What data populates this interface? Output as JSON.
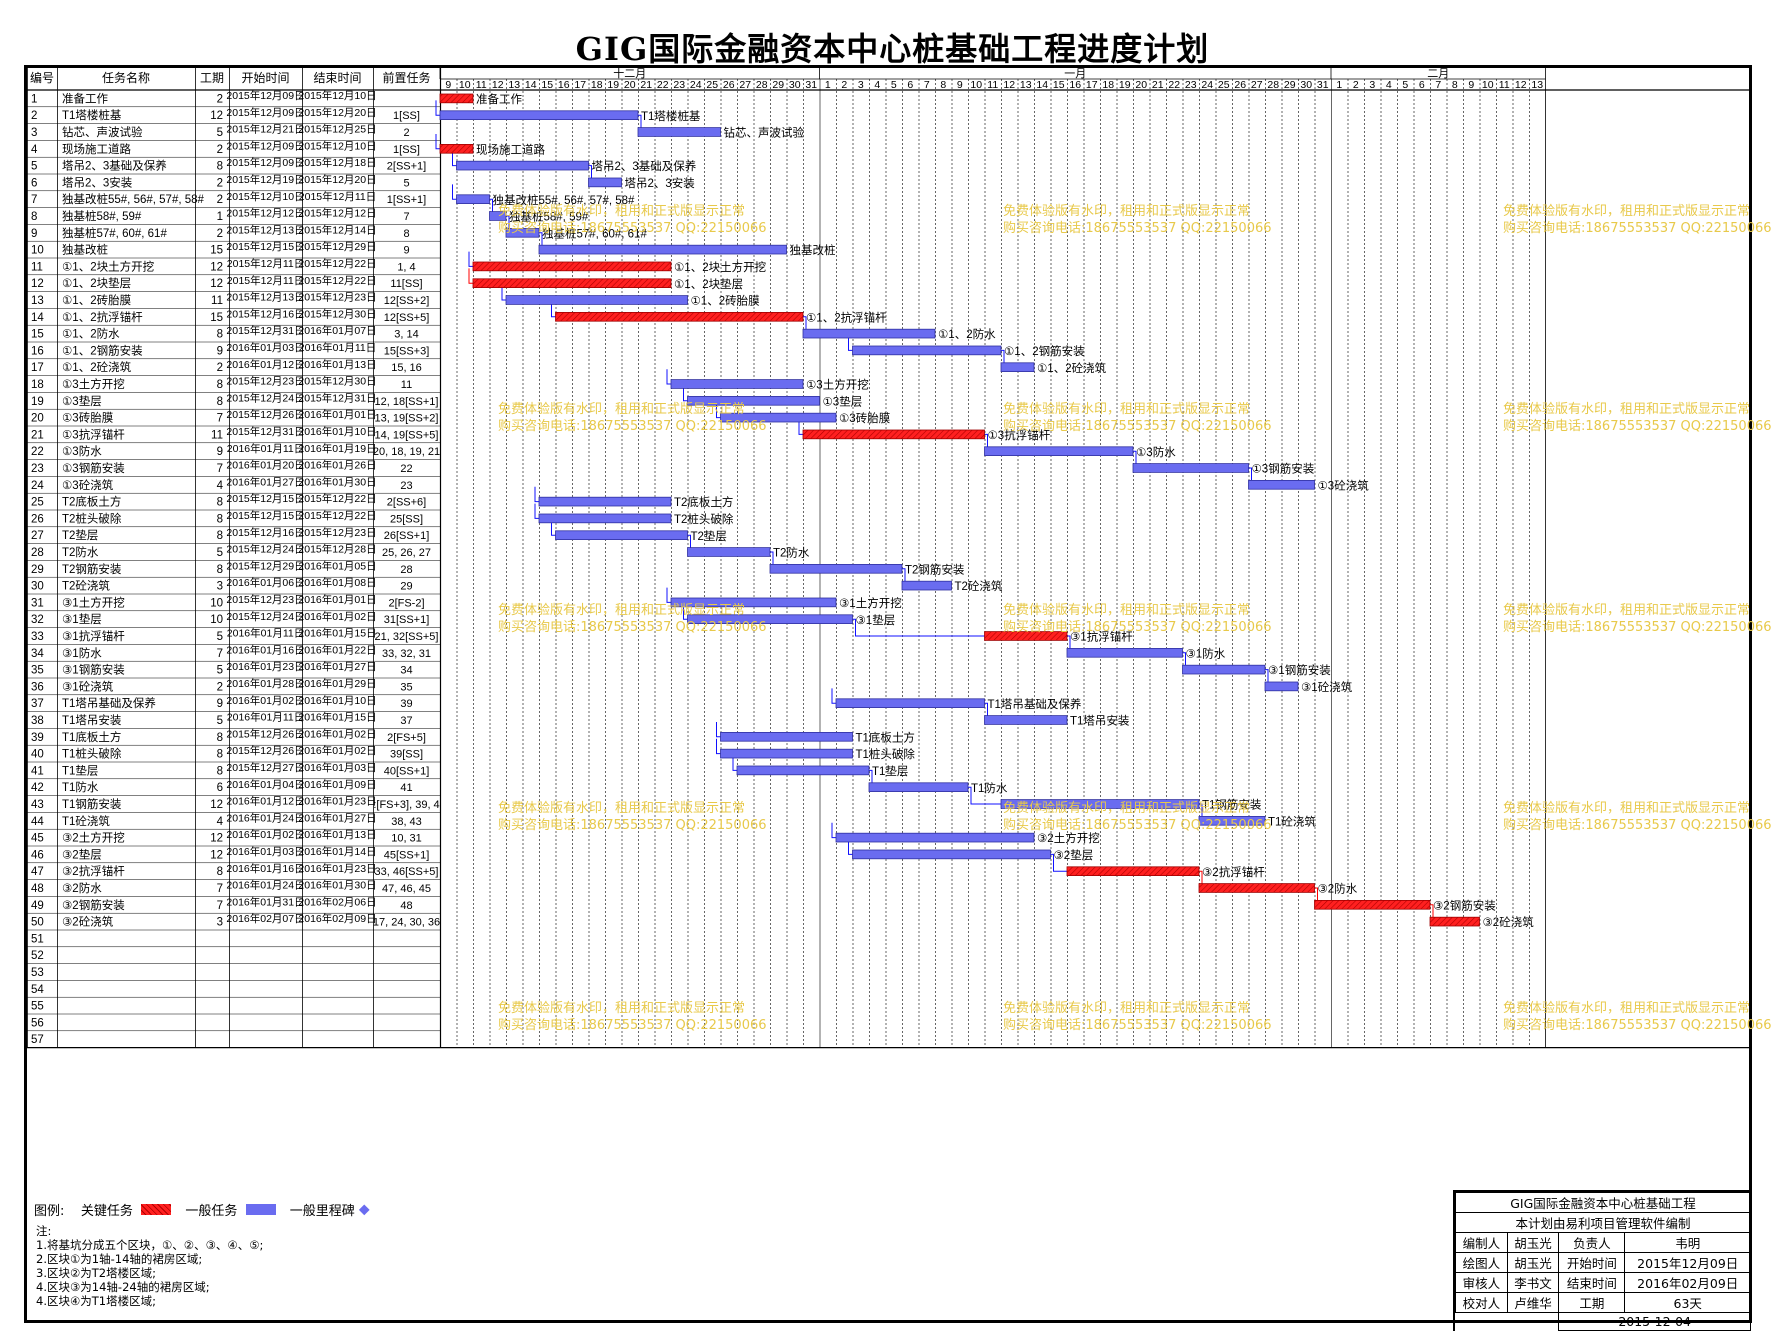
{
  "title": "GIG国际金融资本中心桩基础工程进度计划",
  "columns": [
    "编号",
    "任务名称",
    "工期",
    "开始时间",
    "结束时间",
    "前置任务"
  ],
  "months": [
    {
      "label": "十二月",
      "days": [
        9,
        10,
        11,
        12,
        13,
        14,
        15,
        16,
        17,
        18,
        19,
        20,
        21,
        22,
        23,
        24,
        25,
        26,
        27,
        28,
        29,
        30,
        31
      ]
    },
    {
      "label": "一月",
      "days": [
        1,
        2,
        3,
        4,
        5,
        6,
        7,
        8,
        9,
        10,
        11,
        12,
        13,
        14,
        15,
        16,
        17,
        18,
        19,
        20,
        21,
        22,
        23,
        24,
        25,
        26,
        27,
        28,
        29,
        30,
        31
      ]
    },
    {
      "label": "二月",
      "days": [
        1,
        2,
        3,
        4,
        5,
        6,
        7,
        8,
        9,
        10,
        11,
        12,
        13
      ]
    }
  ],
  "tasks": [
    {
      "id": 1,
      "name": "准备工作",
      "dur": 2,
      "start": "2015年12月09日",
      "end": "2015年12月10日",
      "pred": "",
      "s": 0,
      "crit": true
    },
    {
      "id": 2,
      "name": "T1塔楼桩基",
      "dur": 12,
      "start": "2015年12月09日",
      "end": "2015年12月20日",
      "pred": "1[SS]",
      "s": 0,
      "crit": false
    },
    {
      "id": 3,
      "name": "钻芯、声波试验",
      "dur": 5,
      "start": "2015年12月21日",
      "end": "2015年12月25日",
      "pred": "2",
      "s": 12,
      "crit": false
    },
    {
      "id": 4,
      "name": "现场施工道路",
      "dur": 2,
      "start": "2015年12月09日",
      "end": "2015年12月10日",
      "pred": "1[SS]",
      "s": 0,
      "crit": true
    },
    {
      "id": 5,
      "name": "塔吊2、3基础及保养",
      "dur": 8,
      "start": "2015年12月09日",
      "end": "2015年12月18日",
      "pred": "2[SS+1]",
      "s": 1,
      "crit": false
    },
    {
      "id": 6,
      "name": "塔吊2、3安装",
      "dur": 2,
      "start": "2015年12月19日",
      "end": "2015年12月20日",
      "pred": "5",
      "s": 9,
      "crit": false
    },
    {
      "id": 7,
      "name": "独基改桩55#, 56#, 57#, 58#",
      "dur": 2,
      "start": "2015年12月10日",
      "end": "2015年12月11日",
      "pred": "1[SS+1]",
      "s": 1,
      "crit": false
    },
    {
      "id": 8,
      "name": "独基桩58#, 59#",
      "dur": 1,
      "start": "2015年12月12日",
      "end": "2015年12月12日",
      "pred": "7",
      "s": 3,
      "crit": false
    },
    {
      "id": 9,
      "name": "独基桩57#, 60#, 61#",
      "dur": 2,
      "start": "2015年12月13日",
      "end": "2015年12月14日",
      "pred": "8",
      "s": 4,
      "crit": false
    },
    {
      "id": 10,
      "name": "独基改桩",
      "dur": 15,
      "start": "2015年12月15日",
      "end": "2015年12月29日",
      "pred": "9",
      "s": 6,
      "crit": false
    },
    {
      "id": 11,
      "name": "①1、2块土方开挖",
      "dur": 12,
      "start": "2015年12月11日",
      "end": "2015年12月22日",
      "pred": "1, 4",
      "s": 2,
      "crit": true
    },
    {
      "id": 12,
      "name": "①1、2块垫层",
      "dur": 12,
      "start": "2015年12月11日",
      "end": "2015年12月22日",
      "pred": "11[SS]",
      "s": 2,
      "crit": true
    },
    {
      "id": 13,
      "name": "①1、2砖胎膜",
      "dur": 11,
      "start": "2015年12月13日",
      "end": "2015年12月23日",
      "pred": "12[SS+2]",
      "s": 4,
      "crit": false
    },
    {
      "id": 14,
      "name": "①1、2抗浮锚杆",
      "dur": 15,
      "start": "2015年12月16日",
      "end": "2015年12月30日",
      "pred": "12[SS+5]",
      "s": 7,
      "crit": true
    },
    {
      "id": 15,
      "name": "①1、2防水",
      "dur": 8,
      "start": "2015年12月31日",
      "end": "2016年01月07日",
      "pred": "3, 14",
      "s": 22,
      "crit": false
    },
    {
      "id": 16,
      "name": "①1、2钢筋安装",
      "dur": 9,
      "start": "2016年01月03日",
      "end": "2016年01月11日",
      "pred": "15[SS+3]",
      "s": 25,
      "crit": false
    },
    {
      "id": 17,
      "name": "①1、2砼浇筑",
      "dur": 2,
      "start": "2016年01月12日",
      "end": "2016年01月13日",
      "pred": "15, 16",
      "s": 34,
      "crit": false
    },
    {
      "id": 18,
      "name": "①3土方开挖",
      "dur": 8,
      "start": "2015年12月23日",
      "end": "2015年12月30日",
      "pred": "11",
      "s": 14,
      "crit": false
    },
    {
      "id": 19,
      "name": "①3垫层",
      "dur": 8,
      "start": "2015年12月24日",
      "end": "2015年12月31日",
      "pred": "12, 18[SS+1]",
      "s": 15,
      "crit": false
    },
    {
      "id": 20,
      "name": "①3砖胎膜",
      "dur": 7,
      "start": "2015年12月26日",
      "end": "2016年01月01日",
      "pred": "13, 19[SS+2]",
      "s": 17,
      "crit": false
    },
    {
      "id": 21,
      "name": "①3抗浮锚杆",
      "dur": 11,
      "start": "2015年12月31日",
      "end": "2016年01月10日",
      "pred": "14, 19[SS+5]",
      "s": 22,
      "crit": true
    },
    {
      "id": 22,
      "name": "①3防水",
      "dur": 9,
      "start": "2016年01月11日",
      "end": "2016年01月19日",
      "pred": "20, 18, 19, 21",
      "s": 33,
      "crit": false
    },
    {
      "id": 23,
      "name": "①3钢筋安装",
      "dur": 7,
      "start": "2016年01月20日",
      "end": "2016年01月26日",
      "pred": "22",
      "s": 42,
      "crit": false
    },
    {
      "id": 24,
      "name": "①3砼浇筑",
      "dur": 4,
      "start": "2016年01月27日",
      "end": "2016年01月30日",
      "pred": "23",
      "s": 49,
      "crit": false
    },
    {
      "id": 25,
      "name": "T2底板土方",
      "dur": 8,
      "start": "2015年12月15日",
      "end": "2015年12月22日",
      "pred": "2[SS+6]",
      "s": 6,
      "crit": false
    },
    {
      "id": 26,
      "name": "T2桩头破除",
      "dur": 8,
      "start": "2015年12月15日",
      "end": "2015年12月22日",
      "pred": "25[SS]",
      "s": 6,
      "crit": false
    },
    {
      "id": 27,
      "name": "T2垫层",
      "dur": 8,
      "start": "2015年12月16日",
      "end": "2015年12月23日",
      "pred": "26[SS+1]",
      "s": 7,
      "crit": false
    },
    {
      "id": 28,
      "name": "T2防水",
      "dur": 5,
      "start": "2015年12月24日",
      "end": "2015年12月28日",
      "pred": "25, 26, 27",
      "s": 15,
      "crit": false
    },
    {
      "id": 29,
      "name": "T2钢筋安装",
      "dur": 8,
      "start": "2015年12月29日",
      "end": "2016年01月05日",
      "pred": "28",
      "s": 20,
      "crit": false
    },
    {
      "id": 30,
      "name": "T2砼浇筑",
      "dur": 3,
      "start": "2016年01月06日",
      "end": "2016年01月08日",
      "pred": "29",
      "s": 28,
      "crit": false
    },
    {
      "id": 31,
      "name": "③1土方开挖",
      "dur": 10,
      "start": "2015年12月23日",
      "end": "2016年01月01日",
      "pred": "2[FS-2]",
      "s": 14,
      "crit": false
    },
    {
      "id": 32,
      "name": "③1垫层",
      "dur": 10,
      "start": "2015年12月24日",
      "end": "2016年01月02日",
      "pred": "31[SS+1]",
      "s": 15,
      "crit": false
    },
    {
      "id": 33,
      "name": "③1抗浮锚杆",
      "dur": 5,
      "start": "2016年01月11日",
      "end": "2016年01月15日",
      "pred": "21, 32[SS+5]",
      "s": 33,
      "crit": true
    },
    {
      "id": 34,
      "name": "③1防水",
      "dur": 7,
      "start": "2016年01月16日",
      "end": "2016年01月22日",
      "pred": "33, 32, 31",
      "s": 38,
      "crit": false
    },
    {
      "id": 35,
      "name": "③1钢筋安装",
      "dur": 5,
      "start": "2016年01月23日",
      "end": "2016年01月27日",
      "pred": "34",
      "s": 45,
      "crit": false
    },
    {
      "id": 36,
      "name": "③1砼浇筑",
      "dur": 2,
      "start": "2016年01月28日",
      "end": "2016年01月29日",
      "pred": "35",
      "s": 50,
      "crit": false
    },
    {
      "id": 37,
      "name": "T1塔吊基础及保养",
      "dur": 9,
      "start": "2016年01月02日",
      "end": "2016年01月10日",
      "pred": "39",
      "s": 24,
      "crit": false
    },
    {
      "id": 38,
      "name": "T1塔吊安装",
      "dur": 5,
      "start": "2016年01月11日",
      "end": "2016年01月15日",
      "pred": "37",
      "s": 33,
      "crit": false
    },
    {
      "id": 39,
      "name": "T1底板土方",
      "dur": 8,
      "start": "2015年12月26日",
      "end": "2016年01月02日",
      "pred": "2[FS+5]",
      "s": 17,
      "crit": false
    },
    {
      "id": 40,
      "name": "T1桩头破除",
      "dur": 8,
      "start": "2015年12月26日",
      "end": "2016年01月02日",
      "pred": "39[SS]",
      "s": 17,
      "crit": false
    },
    {
      "id": 41,
      "name": "T1垫层",
      "dur": 8,
      "start": "2015年12月27日",
      "end": "2016年01月03日",
      "pred": "40[SS+1]",
      "s": 18,
      "crit": false
    },
    {
      "id": 42,
      "name": "T1防水",
      "dur": 6,
      "start": "2016年01月04日",
      "end": "2016年01月09日",
      "pred": "41",
      "s": 26,
      "crit": false
    },
    {
      "id": 43,
      "name": "T1钢筋安装",
      "dur": 12,
      "start": "2016年01月12日",
      "end": "2016年01月23日",
      "pred": ":[FS+3], 39, 4",
      "s": 34,
      "crit": false
    },
    {
      "id": 44,
      "name": "T1砼浇筑",
      "dur": 4,
      "start": "2016年01月24日",
      "end": "2016年01月27日",
      "pred": "38, 43",
      "s": 46,
      "crit": false
    },
    {
      "id": 45,
      "name": "③2土方开挖",
      "dur": 12,
      "start": "2016年01月02日",
      "end": "2016年01月13日",
      "pred": "10, 31",
      "s": 24,
      "crit": false
    },
    {
      "id": 46,
      "name": "③2垫层",
      "dur": 12,
      "start": "2016年01月03日",
      "end": "2016年01月14日",
      "pred": "45[SS+1]",
      "s": 25,
      "crit": false
    },
    {
      "id": 47,
      "name": "③2抗浮锚杆",
      "dur": 8,
      "start": "2016年01月16日",
      "end": "2016年01月23日",
      "pred": "33, 46[SS+5]",
      "s": 38,
      "crit": true
    },
    {
      "id": 48,
      "name": "③2防水",
      "dur": 7,
      "start": "2016年01月24日",
      "end": "2016年01月30日",
      "pred": "47, 46, 45",
      "s": 46,
      "crit": true
    },
    {
      "id": 49,
      "name": "③2钢筋安装",
      "dur": 7,
      "start": "2016年01月31日",
      "end": "2016年02月06日",
      "pred": "48",
      "s": 53,
      "crit": true
    },
    {
      "id": 50,
      "name": "③2砼浇筑",
      "dur": 3,
      "start": "2016年02月07日",
      "end": "2016年02月09日",
      "pred": "17, 24, 30, 36",
      "s": 60,
      "crit": true
    }
  ],
  "empty_rows": [
    51,
    52,
    53,
    54,
    55,
    56,
    57
  ],
  "watermark": {
    "line1": "免费体验版有水印，租用和正式版显示正常",
    "line2": "购买咨询电话:18675553537 QQ:22150066"
  },
  "legend": {
    "label": "图例:",
    "critical": "关键任务",
    "normal": "一般任务",
    "milestone": "一般里程碑"
  },
  "notes": [
    "注:",
    "1.将基坑分成五个区块，①、②、③、④、⑤;",
    "2.区块①为1轴-14轴的裙房区域;",
    "3.区块②为T2塔楼区域;",
    "4.区块③为14轴-24轴的裙房区域;",
    "4.区块④为T1塔楼区域;"
  ],
  "info": {
    "title": "GIG国际金融资本中心桩基础工程",
    "subtitle": "本计划由易利项目管理软件编制",
    "rows": [
      [
        "编制人",
        "胡玉光",
        "负责人",
        "韦明"
      ],
      [
        "绘图人",
        "胡玉光",
        "开始时间",
        "2015年12月09日"
      ],
      [
        "审核人",
        "李书文",
        "结束时间",
        "2016年02月09日"
      ],
      [
        "校对人",
        "卢维华",
        "工期",
        "63天"
      ]
    ],
    "date": "2015-12-04"
  },
  "colors": {
    "critical": "#ff2020",
    "normal": "#6a6cf0",
    "link": "#1010ff",
    "critical_link": "#ff0000",
    "grid": "#000000"
  }
}
